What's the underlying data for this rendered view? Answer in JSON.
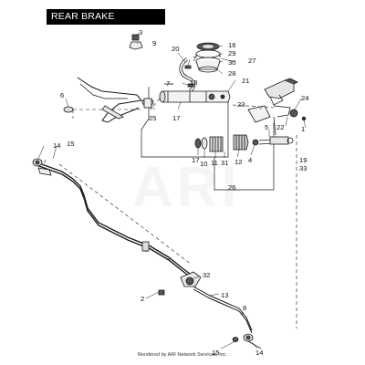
{
  "header": {
    "title": "REAR BRAKE CONTROL"
  },
  "footer": {
    "credit": "Rendered by ARI Network Services, Inc."
  },
  "watermark": {
    "text": "ARI"
  },
  "callouts": {
    "c1": "1",
    "c2": "2",
    "c3": "3",
    "c4": "4",
    "c5": "5",
    "c6": "6",
    "c7a": "7",
    "c7b": "7",
    "c8": "8",
    "c9": "9",
    "c10": "10",
    "c11": "11",
    "c12": "12",
    "c13": "13",
    "c14a": "14",
    "c14b": "14",
    "c15a": "15",
    "c15b": "15",
    "c16": "16",
    "c17a": "17",
    "c17b": "17",
    "c18": "18",
    "c19": "19",
    "c20": "20",
    "c21": "21",
    "c22": "22",
    "c23": "23",
    "c24": "24",
    "c25": "25",
    "c26": "26",
    "c27": "27",
    "c28": "28",
    "c29": "29",
    "c30": "30",
    "c31": "31",
    "c32": "32",
    "c33": "33"
  },
  "colors": {
    "ink": "#1a1a1a",
    "fill_dark": "#555555",
    "fill_light": "#e6e6e6",
    "title_bg": "#000000"
  }
}
